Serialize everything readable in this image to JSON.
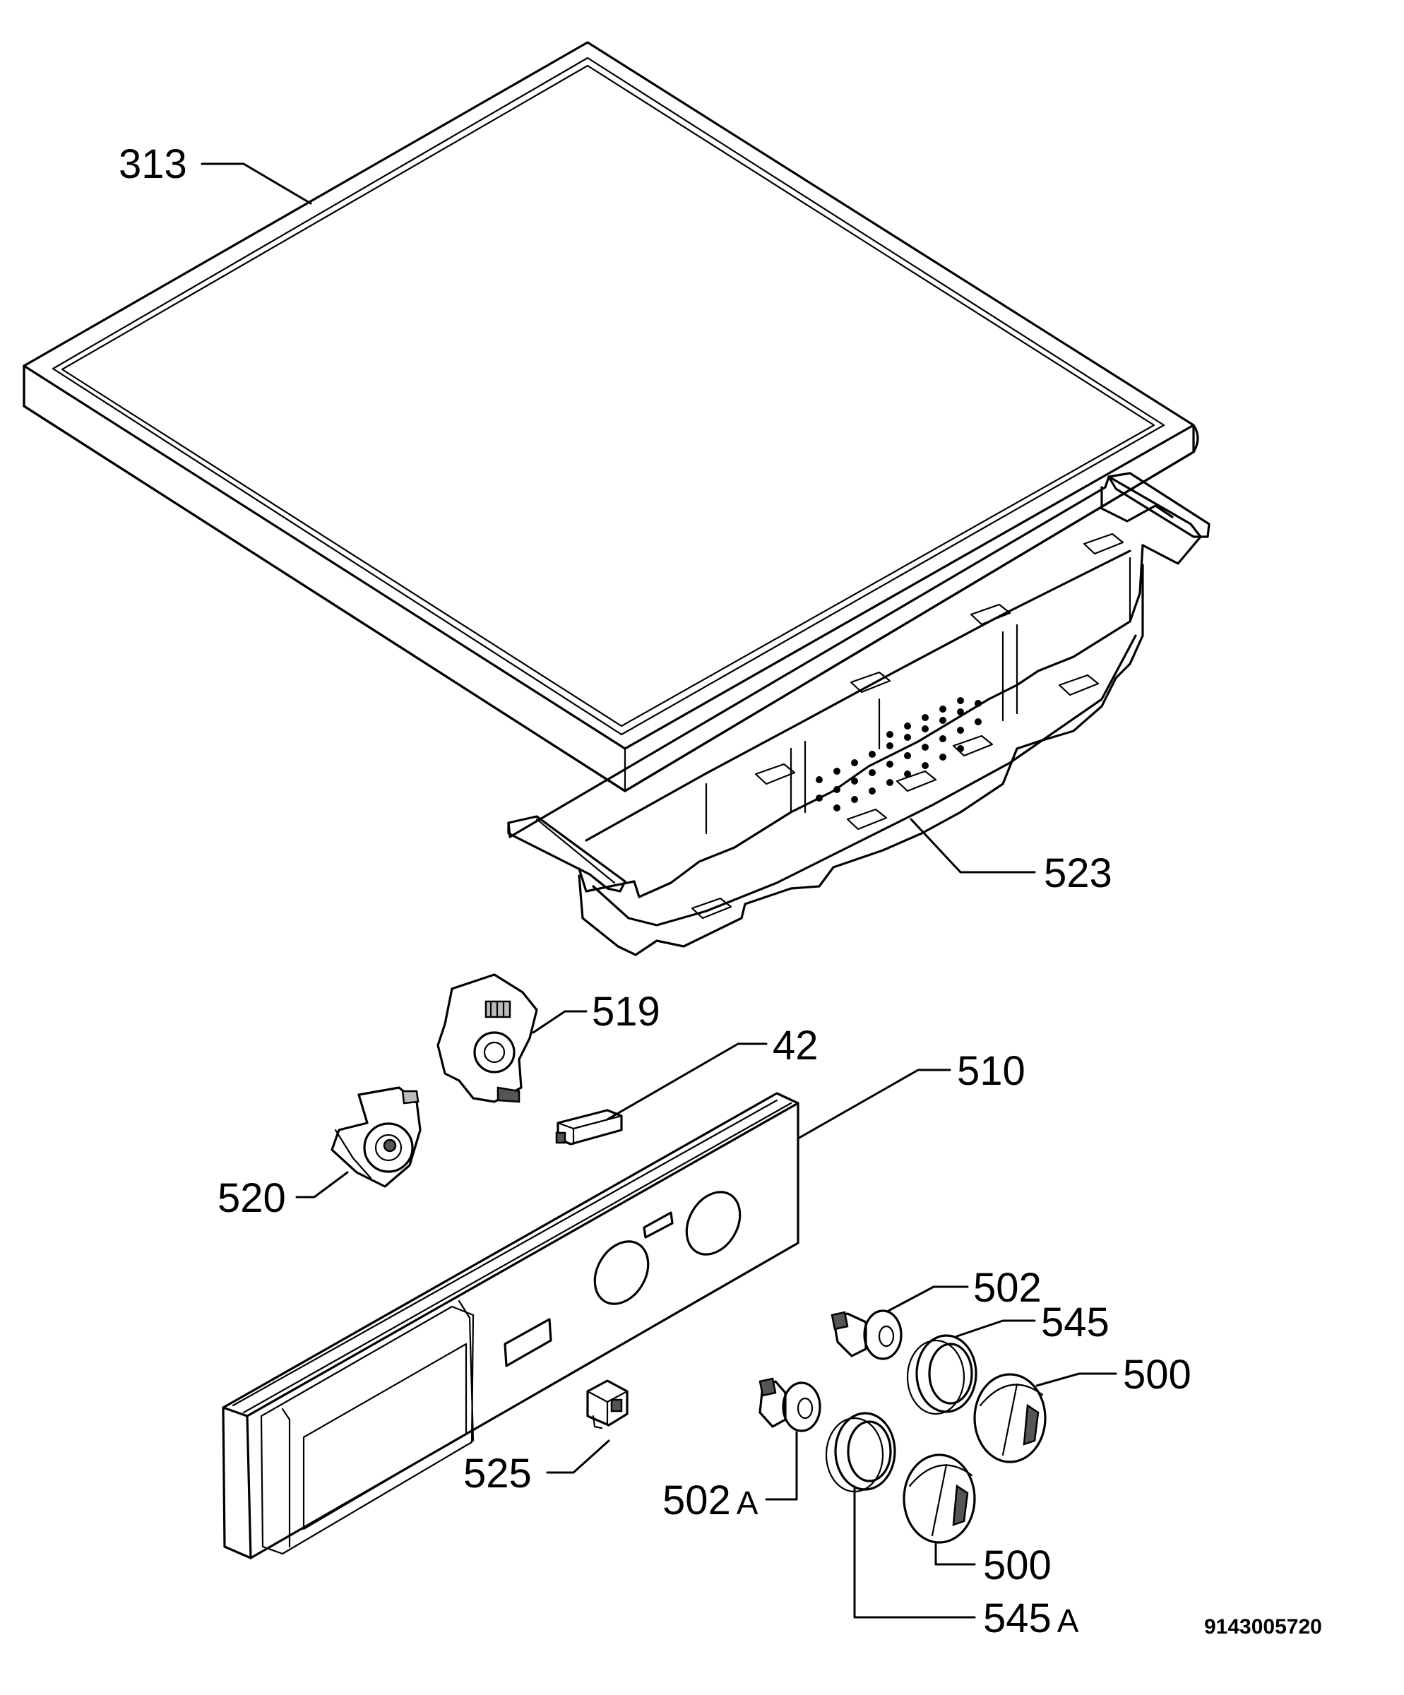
{
  "drawing_code": "9143005720",
  "parts": [
    {
      "id": "313",
      "label": "313",
      "suffix": ""
    },
    {
      "id": "523",
      "label": "523",
      "suffix": ""
    },
    {
      "id": "519",
      "label": "519",
      "suffix": ""
    },
    {
      "id": "42",
      "label": "42",
      "suffix": ""
    },
    {
      "id": "510",
      "label": "510",
      "suffix": ""
    },
    {
      "id": "520",
      "label": "520",
      "suffix": ""
    },
    {
      "id": "502",
      "label": "502",
      "suffix": ""
    },
    {
      "id": "545",
      "label": "545",
      "suffix": ""
    },
    {
      "id": "500-upper",
      "label": "500",
      "suffix": ""
    },
    {
      "id": "525",
      "label": "525",
      "suffix": ""
    },
    {
      "id": "502A",
      "label": "502",
      "suffix": "A"
    },
    {
      "id": "500-lower",
      "label": "500",
      "suffix": ""
    },
    {
      "id": "545A",
      "label": "545",
      "suffix": "A"
    }
  ]
}
